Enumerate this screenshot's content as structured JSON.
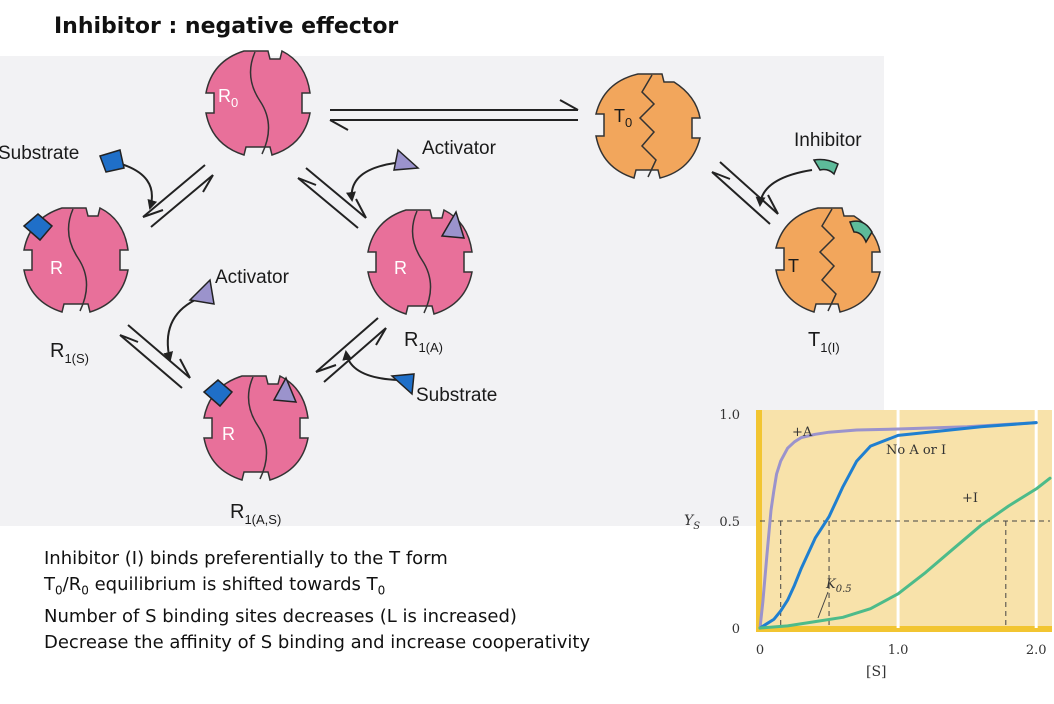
{
  "title": "Inhibitor : negative effector",
  "molecules": {
    "R0": {
      "base": "R",
      "sub": "0",
      "inner": "R",
      "inner_sub": "0"
    },
    "T0": {
      "base": "T",
      "sub": "0",
      "inner": "T",
      "inner_sub": "0"
    },
    "R1S": {
      "base": "R",
      "sub": "1(S)",
      "inner": "R"
    },
    "R1A": {
      "base": "R",
      "sub": "1(A)",
      "inner": "R"
    },
    "R1AS": {
      "base": "R",
      "sub": "1(A,S)",
      "inner": "R"
    },
    "T1I": {
      "base": "T",
      "sub": "1(I)",
      "inner": "T"
    }
  },
  "ligands": {
    "substrate": "Substrate",
    "activator": "Activator",
    "inhibitor": "Inhibitor"
  },
  "bullets": [
    {
      "text": "Inhibitor (I) binds preferentially to the T form"
    },
    {
      "t1": "T",
      "s1": "0",
      "t2": "/R",
      "s2": "0",
      "t3": " equilibrium is shifted towards T",
      "s3": "0"
    },
    {
      "text": "Number of S binding sites decreases (L is increased)"
    },
    {
      "text": "Decrease the affinity of S binding and increase cooperativity"
    }
  ],
  "colors": {
    "r_form": "#e8709a",
    "t_form": "#f2a65c",
    "substrate": "#1f6fc8",
    "activator": "#9b93cc",
    "inhibitor": "#5dbb9a",
    "chart_bg": "#f8e2aa",
    "chart_axis": "#f2c531"
  },
  "chart_data": {
    "type": "line",
    "x_label": "[S]",
    "y_label": "Y",
    "y_label_sub": "S",
    "x_ticks": [
      "0",
      "1.0",
      "2.0"
    ],
    "x_tick_values": [
      0,
      1.0,
      2.0
    ],
    "y_ticks": [
      "0",
      "0.5",
      "1.0"
    ],
    "y_tick_values": [
      0,
      0.5,
      1.0
    ],
    "xlim": [
      0,
      2.1
    ],
    "ylim": [
      0,
      1.0
    ],
    "annotation": "K",
    "annotation_sub": "0.5",
    "series": [
      {
        "name": "+A",
        "color": "#9b93cc",
        "x": [
          0,
          0.02,
          0.05,
          0.08,
          0.1,
          0.12,
          0.15,
          0.2,
          0.25,
          0.3,
          0.4,
          0.5,
          0.7,
          1.0,
          1.5,
          2.0
        ],
        "y": [
          0,
          0.12,
          0.34,
          0.55,
          0.64,
          0.72,
          0.78,
          0.84,
          0.87,
          0.89,
          0.905,
          0.915,
          0.925,
          0.93,
          0.94,
          0.96
        ]
      },
      {
        "name": "No A or I",
        "color": "#1f7fd0",
        "x": [
          0,
          0.05,
          0.1,
          0.15,
          0.2,
          0.25,
          0.3,
          0.35,
          0.4,
          0.45,
          0.5,
          0.55,
          0.6,
          0.7,
          0.8,
          1.0,
          1.3,
          1.6,
          2.0
        ],
        "y": [
          0,
          0.02,
          0.04,
          0.08,
          0.13,
          0.2,
          0.28,
          0.35,
          0.42,
          0.47,
          0.52,
          0.59,
          0.66,
          0.78,
          0.85,
          0.9,
          0.92,
          0.94,
          0.96
        ]
      },
      {
        "name": "+I",
        "color": "#4dbb8a",
        "x": [
          0,
          0.2,
          0.4,
          0.6,
          0.8,
          1.0,
          1.2,
          1.4,
          1.6,
          1.8,
          2.0,
          2.1
        ],
        "y": [
          0,
          0.01,
          0.03,
          0.05,
          0.09,
          0.16,
          0.26,
          0.37,
          0.48,
          0.57,
          0.65,
          0.7
        ]
      }
    ],
    "half_points": [
      0.15,
      0.5,
      1.78
    ]
  }
}
